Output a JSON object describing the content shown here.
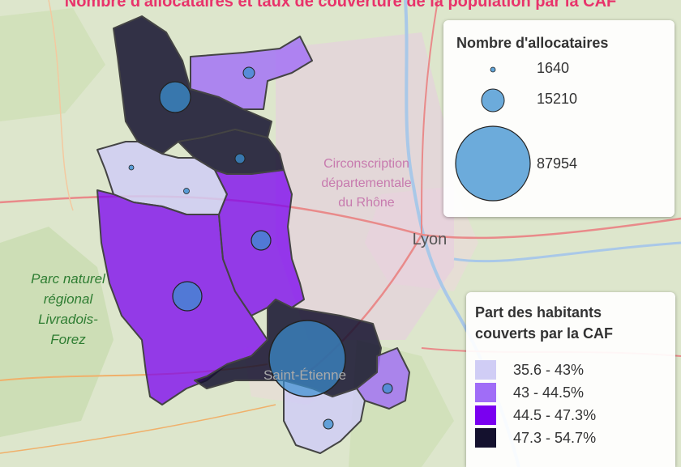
{
  "title": "Nombre d'allocataires et taux de couverture de la population par la CAF",
  "map_labels": {
    "circonscription": [
      "Circonscription",
      "départementale",
      "du Rhône"
    ],
    "city_lyon": "Lyon",
    "city_stetienne": "Saint-Étienne",
    "parc": [
      "Parc naturel",
      "régional",
      "Livradois-",
      "Forez"
    ]
  },
  "size_legend": {
    "title": "Nombre d'allocataires",
    "entries": [
      {
        "value": "1640"
      },
      {
        "value": "15210"
      },
      {
        "value": "87954"
      }
    ]
  },
  "color_legend": {
    "title_line1": "Part des habitants",
    "title_line2": "couverts par la CAF",
    "classes": [
      {
        "label": "35.6 - 43%",
        "color": "#d0cdf5"
      },
      {
        "label": "43 - 44.5%",
        "color": "#a06df7"
      },
      {
        "label": "44.5 - 47.3%",
        "color": "#7a00f0"
      },
      {
        "label": "47.3 - 54.7%",
        "color": "#14112e"
      }
    ]
  },
  "colors": {
    "bubble": "#3b8fd0",
    "title": "#e8336b",
    "outline": "#444444"
  }
}
